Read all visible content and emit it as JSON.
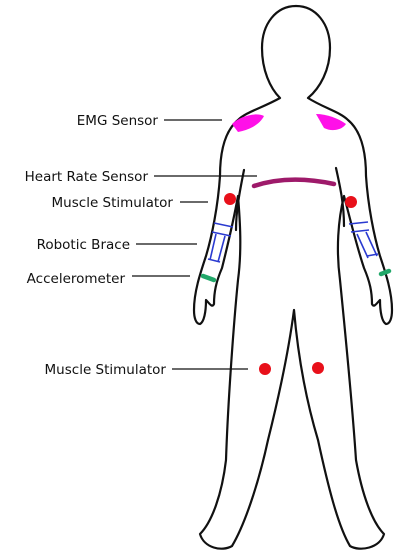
{
  "colors": {
    "outline": "#111111",
    "emg_sensor": "#ff10e8",
    "heart_rate_sensor": "#9e1a6a",
    "muscle_stimulator": "#e8101a",
    "robotic_brace": "#2a3ad0",
    "accelerometer": "#22a86a"
  },
  "labels": {
    "emg_sensor": "EMG Sensor",
    "heart_rate_sensor": "Heart Rate Sensor",
    "muscle_stimulator_arm": "Muscle Stimulator",
    "robotic_brace": "Robotic Brace",
    "accelerometer": "Accelerometer",
    "muscle_stimulator_leg": "Muscle Stimulator"
  }
}
